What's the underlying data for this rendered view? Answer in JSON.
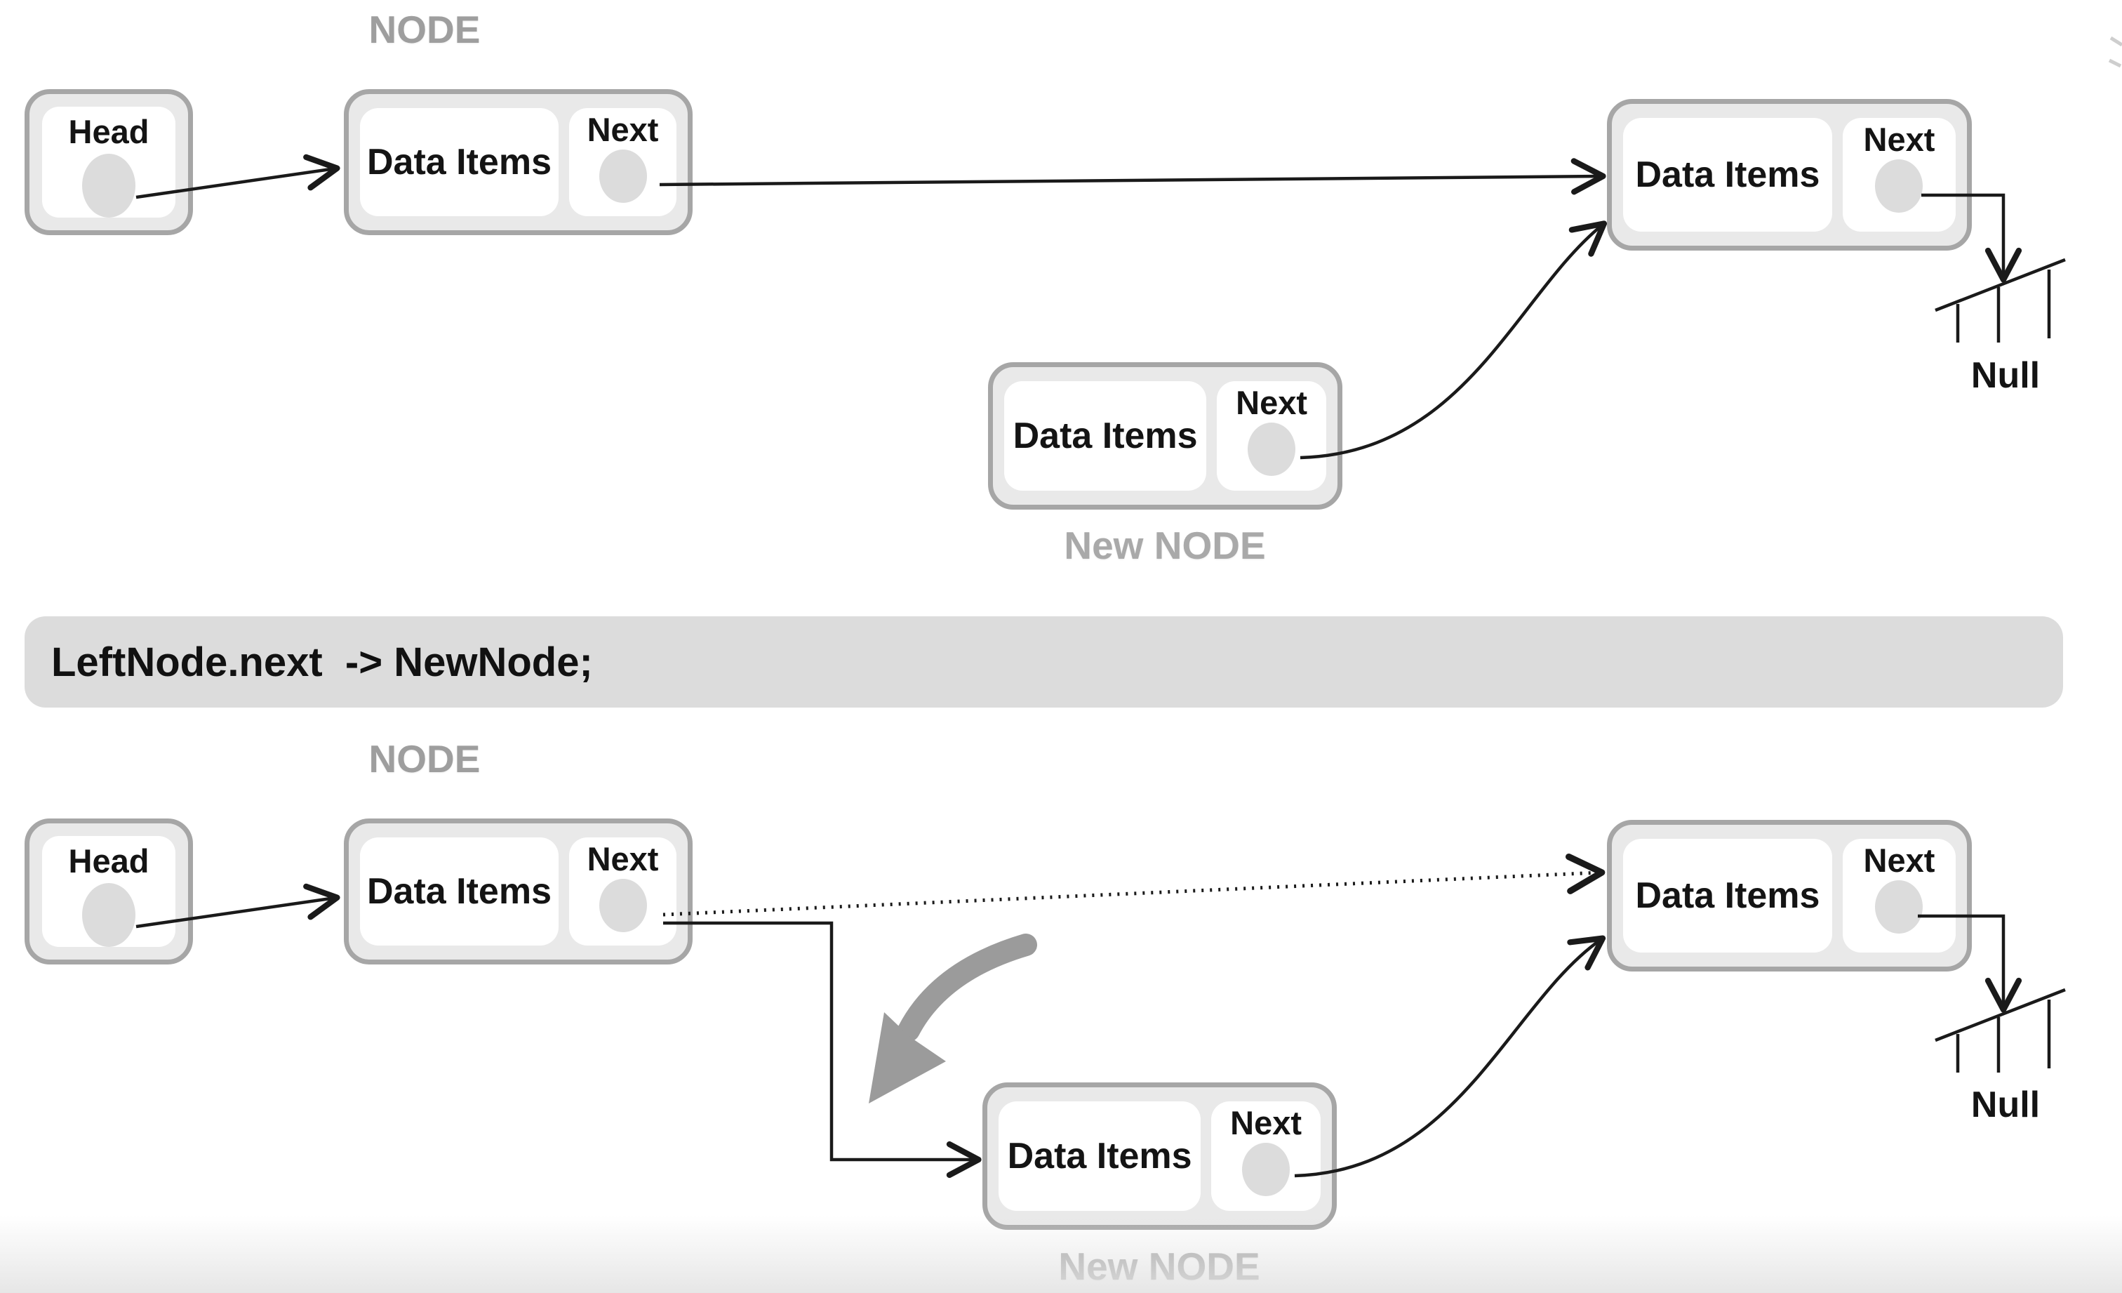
{
  "palette": {
    "box_fill": "#e9e9e9",
    "box_border": "#a6a6a6",
    "cell_fill": "#ffffff",
    "pointer_ellipse_fill": "#dcdcdc",
    "caption_gray": "#9e9e9e",
    "line_color": "#1a1a1a",
    "annotation_arrow_gray": "#9b9b9b",
    "code_bar_bg": "#dcdcdc"
  },
  "code_bar": {
    "text": "LeftNode.next  -> NewNode;"
  },
  "top_diagram": {
    "node_caption": "NODE",
    "head_label": "Head",
    "first_node": {
      "data_label": "Data Items",
      "next_label": "Next"
    },
    "new_node": {
      "data_label": "Data Items",
      "next_label": "Next",
      "caption": "New NODE"
    },
    "last_node": {
      "data_label": "Data Items",
      "next_label": "Next"
    },
    "null_label": "Null"
  },
  "bottom_diagram": {
    "node_caption": "NODE",
    "head_label": "Head",
    "first_node": {
      "data_label": "Data Items",
      "next_label": "Next"
    },
    "new_node": {
      "data_label": "Data Items",
      "next_label": "Next",
      "caption": "New NODE"
    },
    "last_node": {
      "data_label": "Data Items",
      "next_label": "Next"
    },
    "null_label": "Null"
  }
}
